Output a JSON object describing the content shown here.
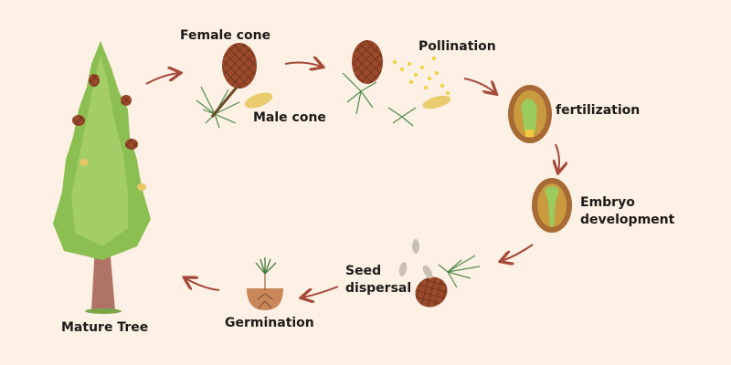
{
  "title": "Pine tree life cycle",
  "stages": {
    "female_cone": "Female cone",
    "male_cone": "Male cone",
    "pollination": "Pollination",
    "fertilization": "fertilization",
    "embryo_line1": "Embryo",
    "embryo_line2": "development",
    "seed_line1": "Seed",
    "seed_line2": "dispersal",
    "germination": "Germination",
    "mature_tree": "Mature Tree"
  },
  "colors": {
    "background": "#fdf0e4",
    "arrow": "#a5493a",
    "foliage": "#8cbf52",
    "cone": "#8a3f25",
    "text": "#1c1a18"
  }
}
